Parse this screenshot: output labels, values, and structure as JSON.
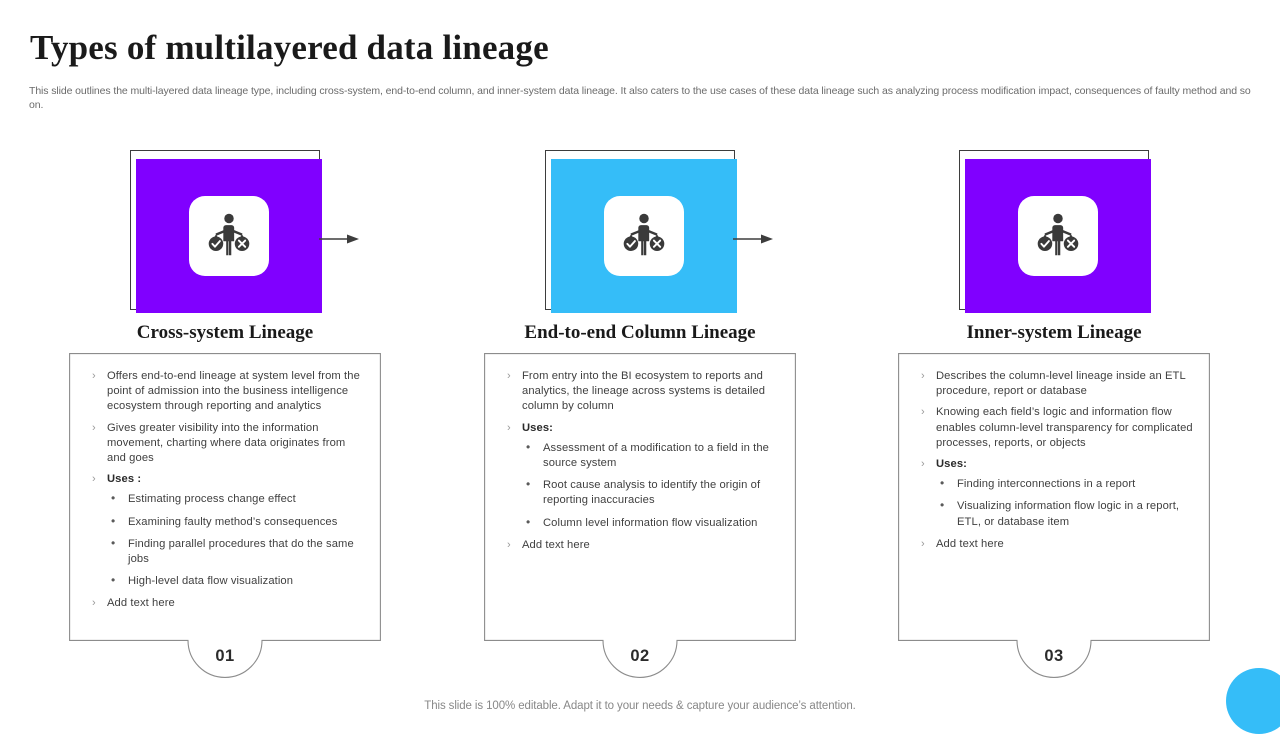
{
  "header": {
    "title": "Types of multilayered data lineage",
    "subtitle": "This slide outlines the multi-layered data lineage type, including cross-system, end-to-end column, and inner-system data lineage. It also caters to the use cases of these data lineage such as analyzing process modification impact, consequences of faulty method and so on."
  },
  "colors": {
    "purple": "#8000FF",
    "blue": "#35BDF8",
    "icon_dark": "#3A3A3A",
    "border": "#8c8c8c",
    "frame": "#3d3d3d"
  },
  "columns": [
    {
      "number": "01",
      "heading": "Cross-system Lineage",
      "accent": "#8000FF",
      "icon": "person-holding-scales-icon",
      "bullets": [
        {
          "text": "Offers end-to-end lineage at system level from the point of admission into the business intelligence ecosystem through reporting and analytics",
          "bold": false,
          "sub": []
        },
        {
          "text": "Gives greater visibility into the information movement, charting where data originates from and goes",
          "bold": false,
          "sub": []
        },
        {
          "text": "Uses :",
          "bold": true,
          "sub": [
            "Estimating process change effect",
            "Examining faulty method’s consequences",
            "Finding parallel procedures that do the same jobs",
            "High-level data flow visualization"
          ]
        },
        {
          "text": "Add text here",
          "bold": false,
          "sub": []
        }
      ]
    },
    {
      "number": "02",
      "heading": "End-to-end Column Lineage",
      "accent": "#35BDF8",
      "icon": "person-holding-scales-icon",
      "bullets": [
        {
          "text": "From entry into the BI ecosystem to reports and analytics, the lineage across systems is detailed column by column",
          "bold": false,
          "sub": []
        },
        {
          "text": "Uses:",
          "bold": true,
          "sub": [
            "Assessment of a modification to a field in the source system",
            "Root cause analysis to identify the origin of reporting inaccuracies",
            "Column level information flow visualization"
          ]
        },
        {
          "text": "Add text here",
          "bold": false,
          "sub": []
        }
      ]
    },
    {
      "number": "03",
      "heading": "Inner-system Lineage",
      "accent": "#8000FF",
      "icon": "person-holding-scales-icon",
      "bullets": [
        {
          "text": "Describes the column-level lineage inside an ETL procedure, report or database",
          "bold": false,
          "sub": []
        },
        {
          "text": "Knowing each field’s logic and information flow enables column-level transparency for complicated processes, reports, or objects",
          "bold": false,
          "sub": []
        },
        {
          "text": "Uses:",
          "bold": true,
          "sub": [
            "Finding interconnections in a report",
            "Visualizing information flow logic in a report, ETL, or database item"
          ]
        },
        {
          "text": "Add text here",
          "bold": false,
          "sub": []
        }
      ]
    }
  ],
  "connectors": [
    {
      "name": "arrow-1-to-2"
    },
    {
      "name": "arrow-2-to-3"
    }
  ],
  "footer": {
    "note": "This slide is 100% editable. Adapt it to your needs & capture your audience’s attention.",
    "decoration_color": "#35BDF8"
  }
}
